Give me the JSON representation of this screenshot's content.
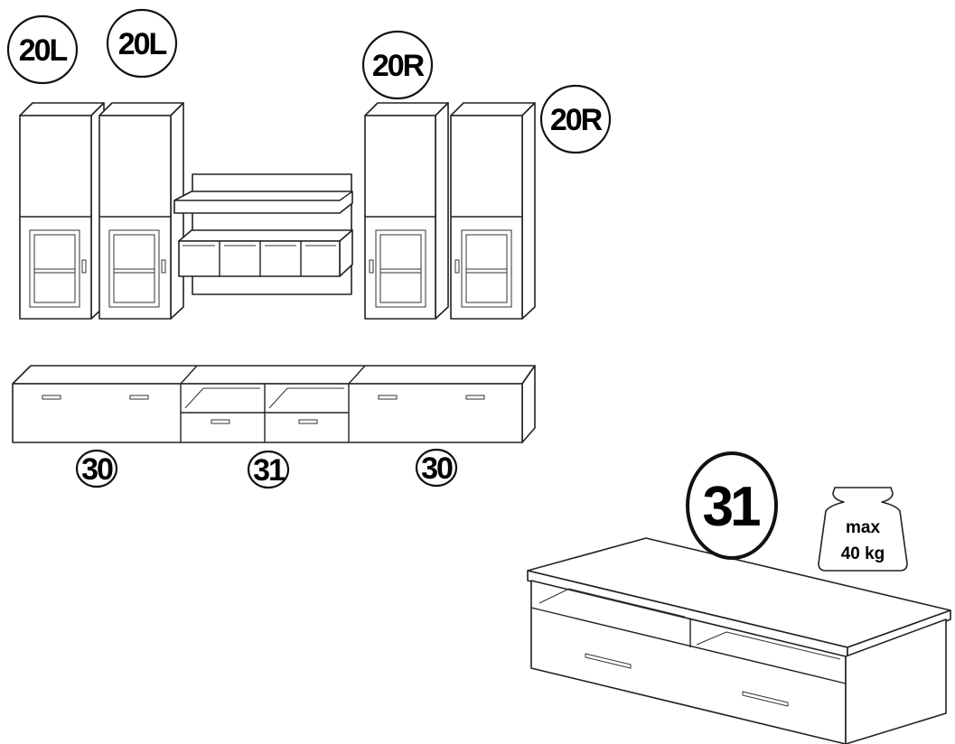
{
  "labels": {
    "cab_left_1": "20L",
    "cab_left_2": "20L",
    "cab_right_1": "20R",
    "cab_right_2": "20R",
    "base_left": "30",
    "base_center": "31",
    "base_right": "30",
    "detail": "31"
  },
  "weight": {
    "line1": "max",
    "line2": "40 kg"
  }
}
